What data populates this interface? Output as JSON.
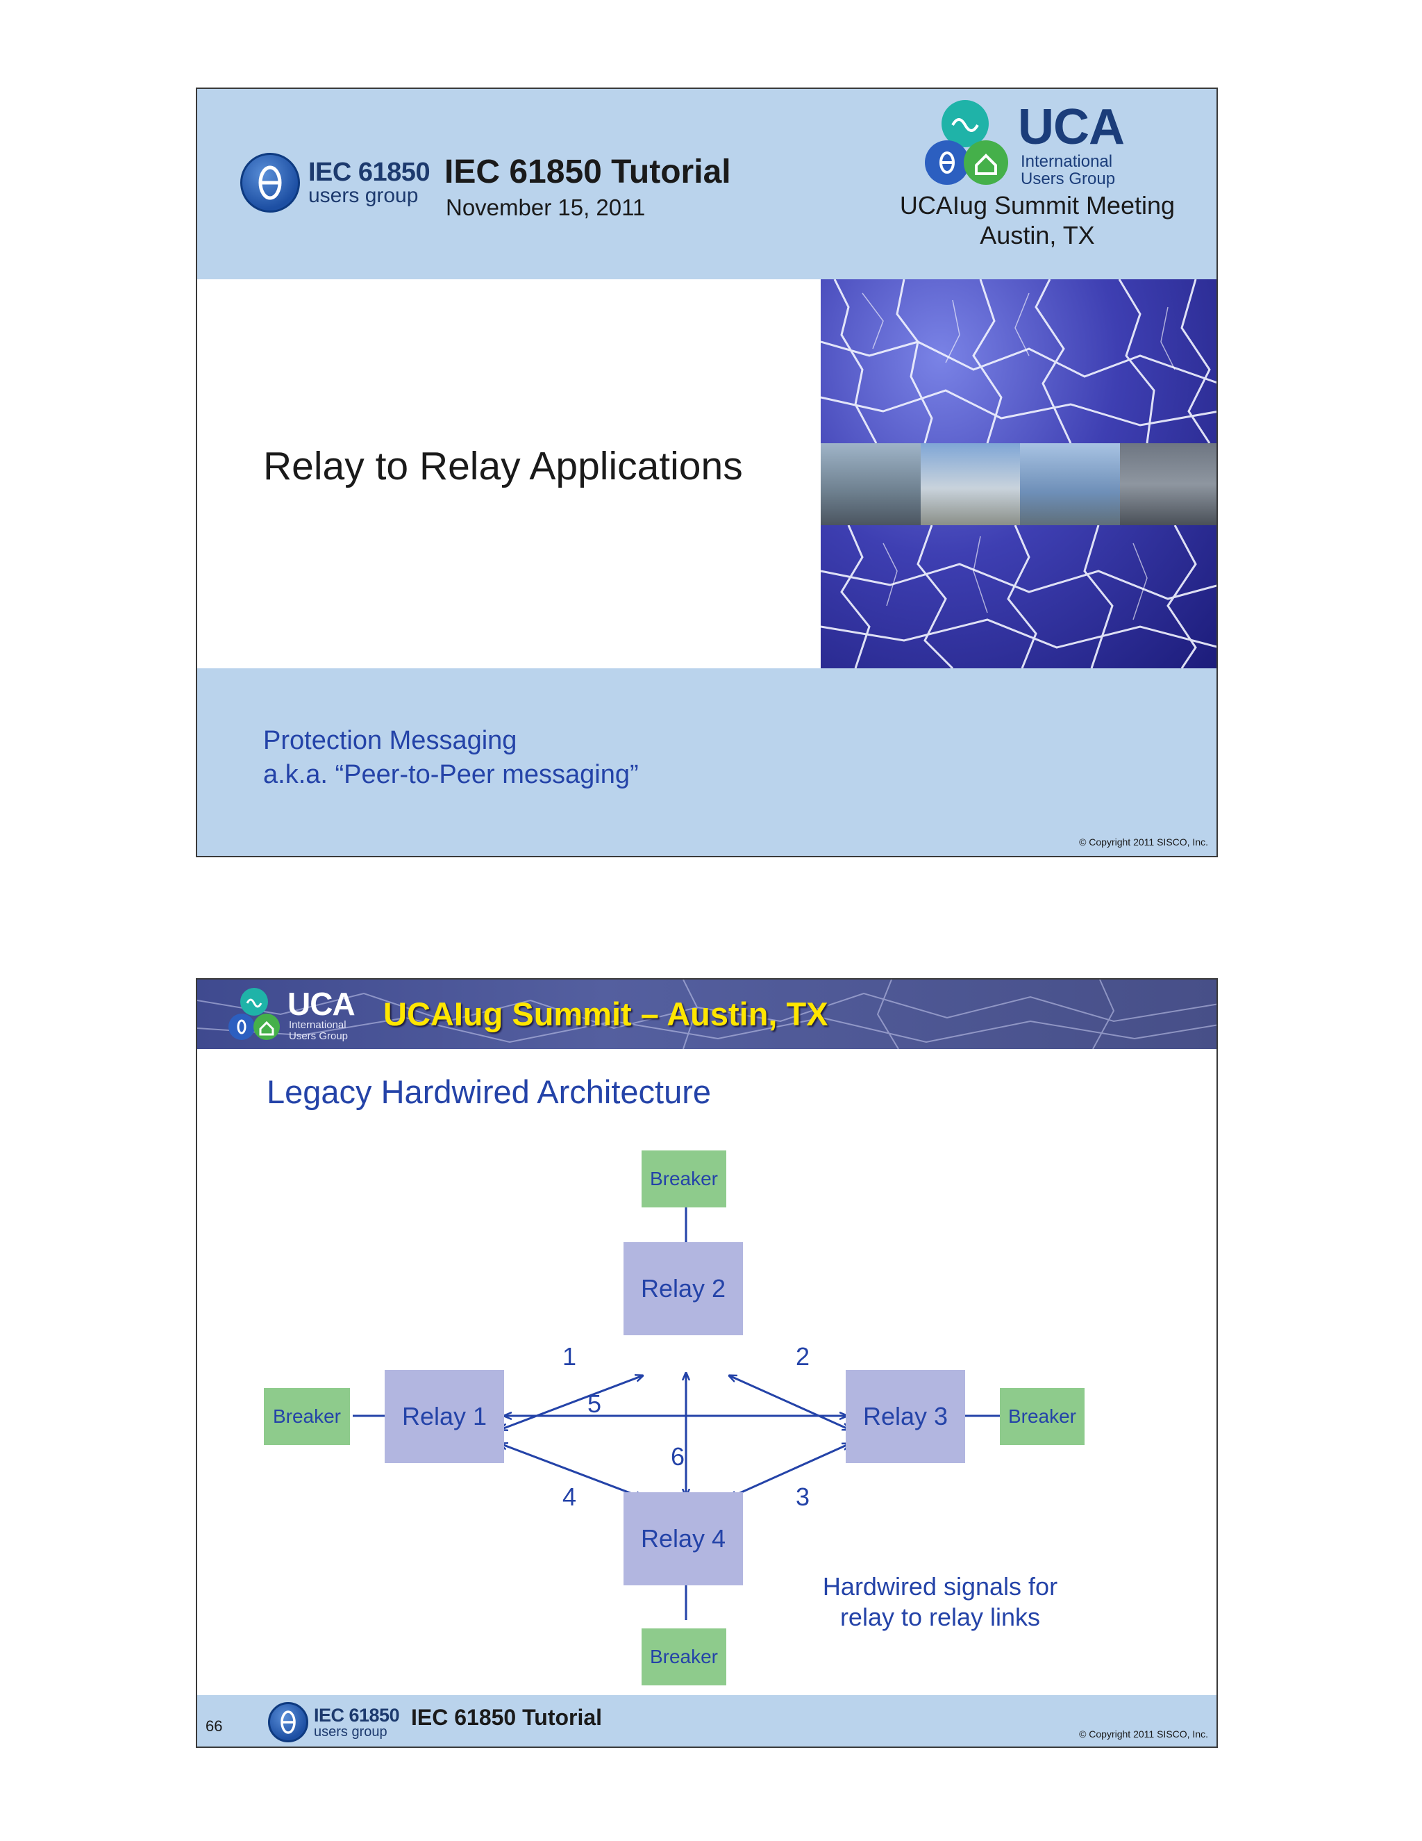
{
  "slide1": {
    "header": {
      "iec_logo": {
        "line1": "IEC 61850",
        "line2": "users group"
      },
      "title": "IEC 61850 Tutorial",
      "date": "November 15, 2011",
      "uca_logo": {
        "big": "UCA",
        "small1": "International",
        "small2": "Users Group"
      },
      "meeting_line1": "UCAIug Summit Meeting",
      "meeting_line2": "Austin, TX"
    },
    "main_title": "Relay to Relay Applications",
    "subtitle_line1": "Protection Messaging",
    "subtitle_line2": "a.k.a. “Peer-to-Peer messaging”",
    "copyright": "© Copyright 2011  SISCO, Inc."
  },
  "slide2": {
    "banner": {
      "uca_logo": {
        "big": "UCA",
        "small1": "International",
        "small2": "Users Group"
      },
      "title": "UCAIug Summit – Austin, TX"
    },
    "heading": "Legacy Hardwired Architecture",
    "diagram": {
      "relays": {
        "r1": "Relay 1",
        "r2": "Relay 2",
        "r3": "Relay 3",
        "r4": "Relay 4"
      },
      "breaker_label": "Breaker",
      "links": {
        "l1": "1",
        "l2": "2",
        "l3": "3",
        "l4": "4",
        "l5": "5",
        "l6": "6"
      },
      "note_line1": "Hardwired signals for",
      "note_line2": "relay to relay links"
    },
    "footer": {
      "page_number": "66",
      "iec_logo": {
        "line1": "IEC 61850",
        "line2": "users group"
      },
      "title": "IEC 61850 Tutorial",
      "copyright": "© Copyright 2011 SISCO, Inc."
    }
  },
  "colors": {
    "header_blue": "#bad3ec",
    "text_blue": "#2443a8",
    "relay_fill": "#b2b6e0",
    "breaker_fill": "#8ecb8c",
    "banner_title_yellow": "#ffe600"
  }
}
